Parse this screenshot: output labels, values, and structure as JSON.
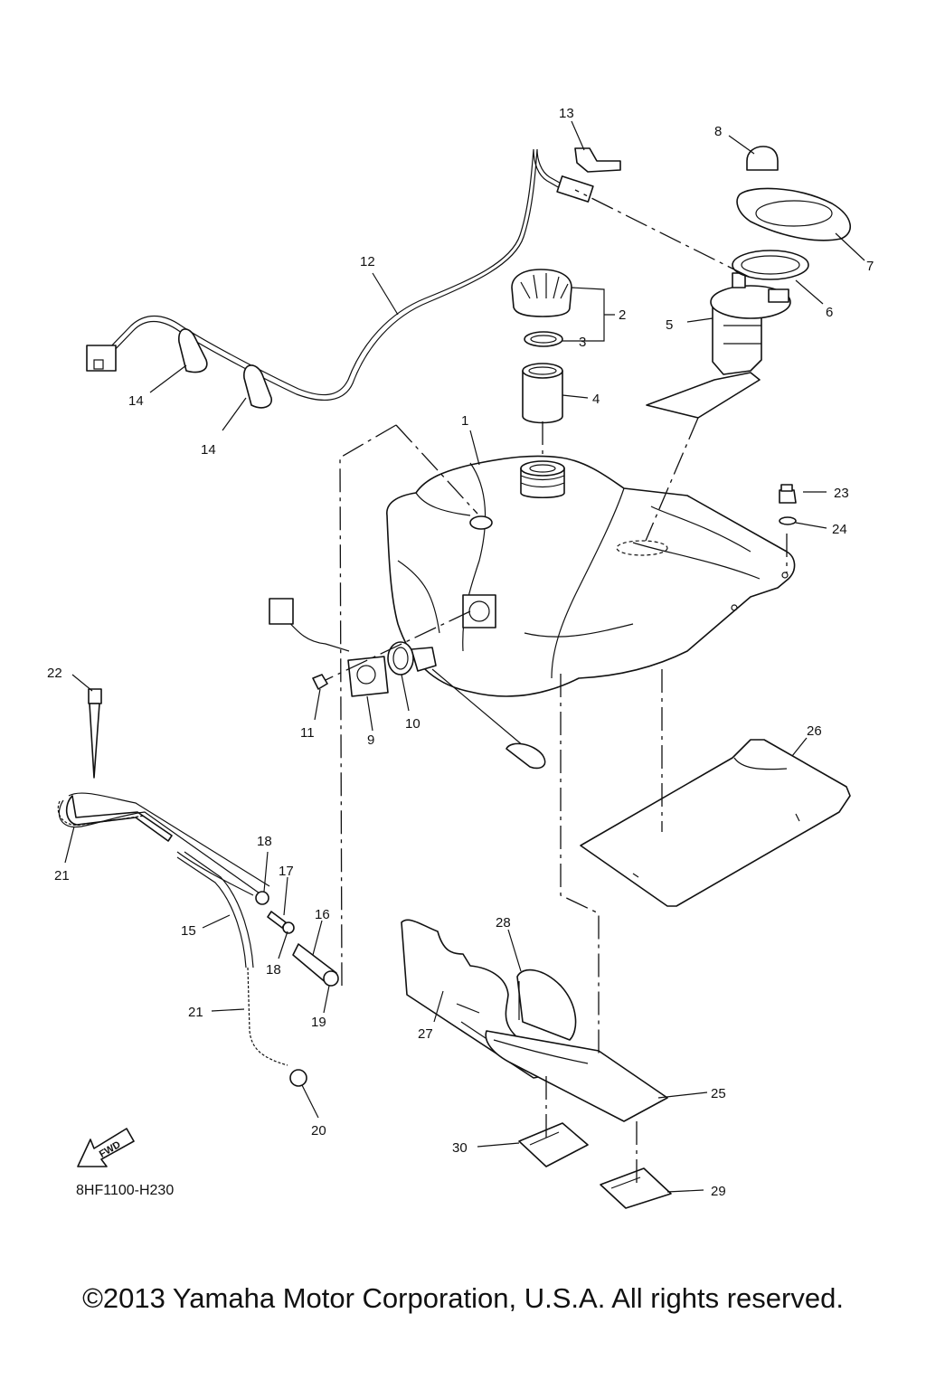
{
  "diagram": {
    "callouts": {
      "c1": "1",
      "c2": "2",
      "c3": "3",
      "c4": "4",
      "c5": "5",
      "c6": "6",
      "c7": "7",
      "c8": "8",
      "c9": "9",
      "c10": "10",
      "c11": "11",
      "c12": "12",
      "c13": "13",
      "c14a": "14",
      "c14b": "14",
      "c15": "15",
      "c16": "16",
      "c17": "17",
      "c18a": "18",
      "c18b": "18",
      "c19": "19",
      "c20": "20",
      "c21a": "21",
      "c21b": "21",
      "c22": "22",
      "c23": "23",
      "c24": "24",
      "c25": "25",
      "c26": "26",
      "c27": "27",
      "c28": "28",
      "c29": "29",
      "c30": "30"
    },
    "fwd_label": "FWD",
    "diagram_code": "8HF1100-H230",
    "copyright": "©2013 Yamaha Motor Corporation, U.S.A. All rights reserved."
  }
}
